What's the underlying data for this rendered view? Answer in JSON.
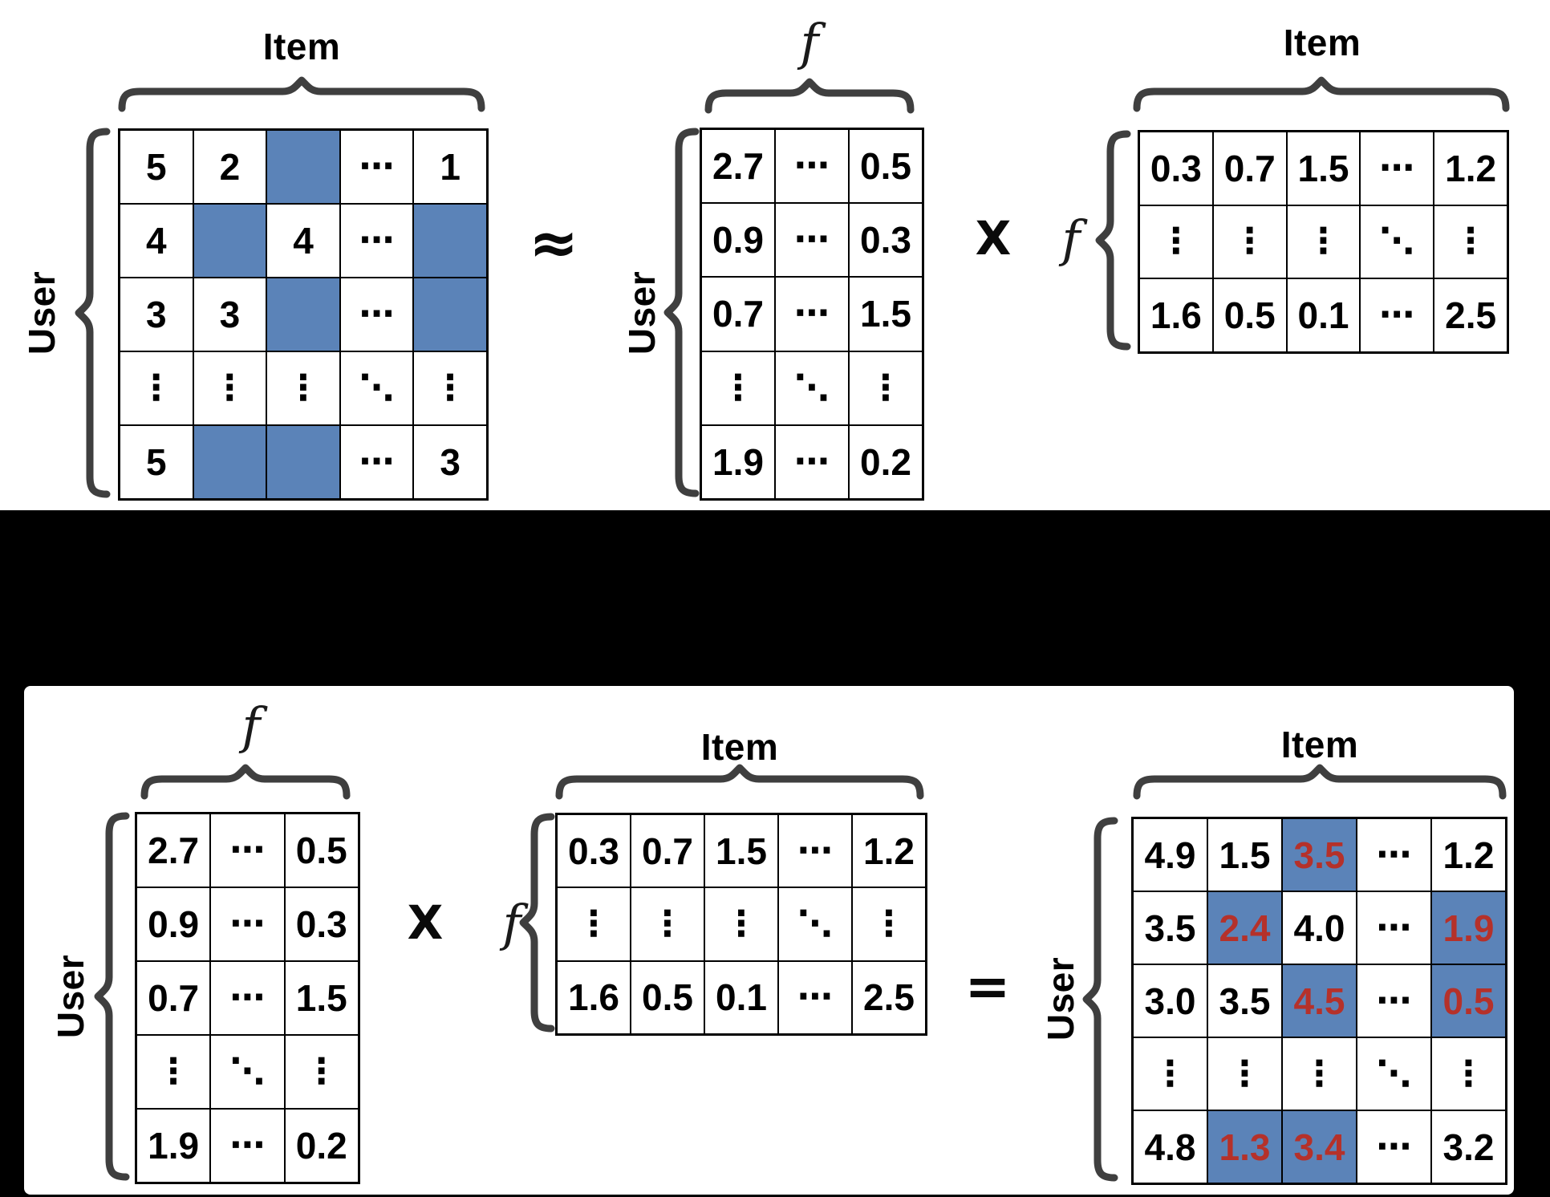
{
  "labels": {
    "user": "User",
    "item": "Item",
    "factor": "f"
  },
  "operators": {
    "approx": "≈",
    "multiply": "X",
    "equals": "="
  },
  "colors": {
    "missing_cell_blue": "#5b83b8",
    "predicted_value_red": "#b5312a",
    "grid_line_black": "#000000",
    "brace_gray": "#3f3f3f",
    "background_black": "#000000",
    "panel_white": "#ffffff"
  },
  "matrices": {
    "ratings": {
      "title": "user-item-ratings",
      "rows": [
        [
          {
            "t": "5"
          },
          {
            "t": "2"
          },
          {
            "s": "m"
          },
          {
            "t": "⋯",
            "s": "d"
          },
          {
            "t": "1"
          }
        ],
        [
          {
            "t": "4"
          },
          {
            "s": "m"
          },
          {
            "t": "4"
          },
          {
            "t": "⋯",
            "s": "d"
          },
          {
            "s": "m"
          }
        ],
        [
          {
            "t": "3"
          },
          {
            "t": "3"
          },
          {
            "s": "m"
          },
          {
            "t": "⋯",
            "s": "d"
          },
          {
            "s": "m"
          }
        ],
        [
          {
            "t": "⋮",
            "s": "d"
          },
          {
            "t": "⋮",
            "s": "d"
          },
          {
            "t": "⋮",
            "s": "d"
          },
          {
            "t": "⋱",
            "s": "d"
          },
          {
            "t": "⋮",
            "s": "d"
          }
        ],
        [
          {
            "t": "5"
          },
          {
            "s": "m"
          },
          {
            "s": "m"
          },
          {
            "t": "⋯",
            "s": "d"
          },
          {
            "t": "3"
          }
        ]
      ]
    },
    "user_factors": {
      "title": "user-latent-factors",
      "rows": [
        [
          {
            "t": "2.7"
          },
          {
            "t": "⋯",
            "s": "d"
          },
          {
            "t": "0.5"
          }
        ],
        [
          {
            "t": "0.9"
          },
          {
            "t": "⋯",
            "s": "d"
          },
          {
            "t": "0.3"
          }
        ],
        [
          {
            "t": "0.7"
          },
          {
            "t": "⋯",
            "s": "d"
          },
          {
            "t": "1.5"
          }
        ],
        [
          {
            "t": "⋮",
            "s": "d"
          },
          {
            "t": "⋱",
            "s": "d"
          },
          {
            "t": "⋮",
            "s": "d"
          }
        ],
        [
          {
            "t": "1.9"
          },
          {
            "t": "⋯",
            "s": "d"
          },
          {
            "t": "0.2"
          }
        ]
      ]
    },
    "item_factors": {
      "title": "item-latent-factors",
      "rows": [
        [
          {
            "t": "0.3"
          },
          {
            "t": "0.7"
          },
          {
            "t": "1.5"
          },
          {
            "t": "⋯",
            "s": "d"
          },
          {
            "t": "1.2"
          }
        ],
        [
          {
            "t": "⋮",
            "s": "d"
          },
          {
            "t": "⋮",
            "s": "d"
          },
          {
            "t": "⋮",
            "s": "d"
          },
          {
            "t": "⋱",
            "s": "d"
          },
          {
            "t": "⋮",
            "s": "d"
          }
        ],
        [
          {
            "t": "1.6"
          },
          {
            "t": "0.5"
          },
          {
            "t": "0.1"
          },
          {
            "t": "⋯",
            "s": "d"
          },
          {
            "t": "2.5"
          }
        ]
      ]
    },
    "predictions": {
      "title": "reconstructed-ratings",
      "rows": [
        [
          {
            "t": "4.9"
          },
          {
            "t": "1.5"
          },
          {
            "t": "3.5",
            "s": "p"
          },
          {
            "t": "⋯",
            "s": "d"
          },
          {
            "t": "1.2"
          }
        ],
        [
          {
            "t": "3.5"
          },
          {
            "t": "2.4",
            "s": "p"
          },
          {
            "t": "4.0"
          },
          {
            "t": "⋯",
            "s": "d"
          },
          {
            "t": "1.9",
            "s": "p"
          }
        ],
        [
          {
            "t": "3.0"
          },
          {
            "t": "3.5"
          },
          {
            "t": "4.5",
            "s": "p"
          },
          {
            "t": "⋯",
            "s": "d"
          },
          {
            "t": "0.5",
            "s": "p"
          }
        ],
        [
          {
            "t": "⋮",
            "s": "d"
          },
          {
            "t": "⋮",
            "s": "d"
          },
          {
            "t": "⋮",
            "s": "d"
          },
          {
            "t": "⋱",
            "s": "d"
          },
          {
            "t": "⋮",
            "s": "d"
          }
        ],
        [
          {
            "t": "4.8"
          },
          {
            "t": "1.3",
            "s": "p"
          },
          {
            "t": "3.4",
            "s": "p"
          },
          {
            "t": "⋯",
            "s": "d"
          },
          {
            "t": "3.2"
          }
        ]
      ]
    }
  }
}
